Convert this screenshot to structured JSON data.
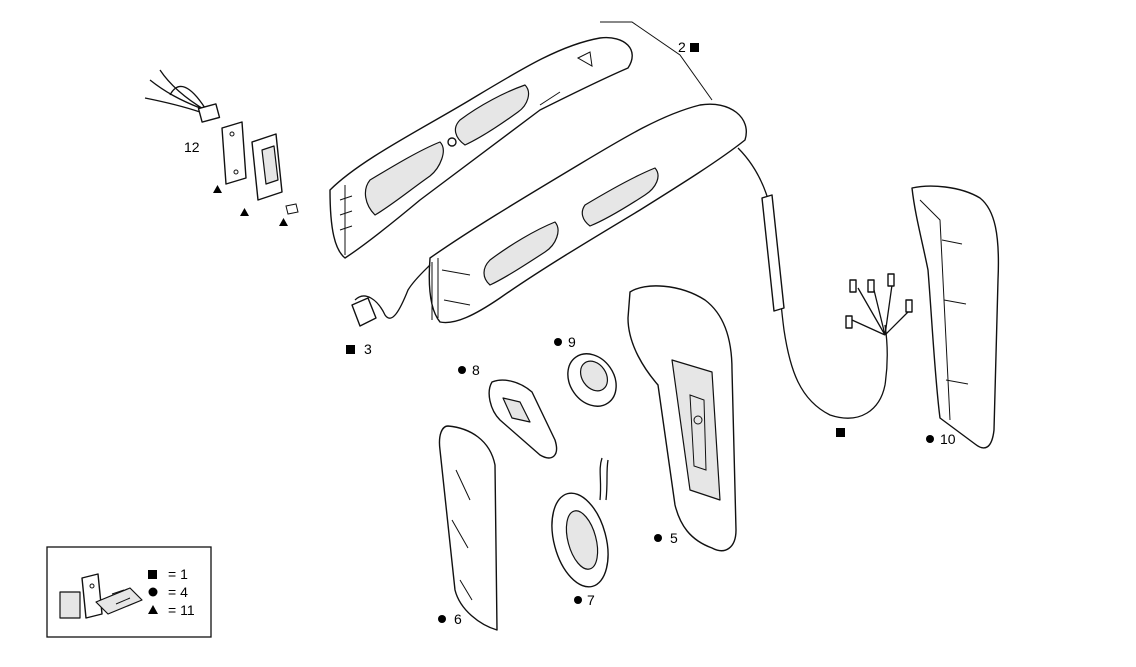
{
  "callouts": {
    "c2": "2",
    "c3": "3",
    "c5": "5",
    "c6": "6",
    "c7": "7",
    "c8": "8",
    "c9": "9",
    "c10": "10",
    "c12": "12"
  },
  "legend": {
    "square_label": "= 1",
    "circle_label": "= 4",
    "triangle_label": "= 11"
  },
  "marker_icons": [
    "filled-square",
    "filled-circle",
    "filled-triangle"
  ],
  "colors": {
    "line": "#111111",
    "background": "#ffffff",
    "shade": "#e6e6e6"
  }
}
